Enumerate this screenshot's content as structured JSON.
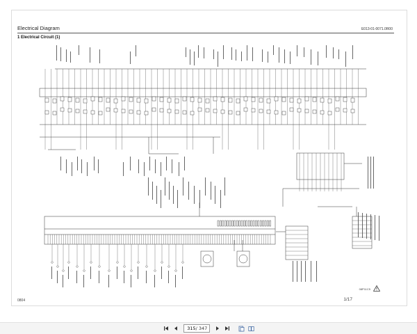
{
  "document": {
    "header_title": "Electrical Diagram",
    "doc_code": "E013-01-0071.0R00",
    "section_title": "1  Electrical Circuit (1)",
    "footer_left": "0804",
    "footer_page": "1/17",
    "revision_mark": "08P11C5"
  },
  "viewer": {
    "first_page_icon": "first-page-icon",
    "prev_page_icon": "prev-page-icon",
    "current_page": "315",
    "page_separator": " / 347",
    "next_page_icon": "next-page-icon",
    "last_page_icon": "last-page-icon",
    "fit_icon": "fit-page-icon",
    "two_page_icon": "two-page-icon"
  }
}
